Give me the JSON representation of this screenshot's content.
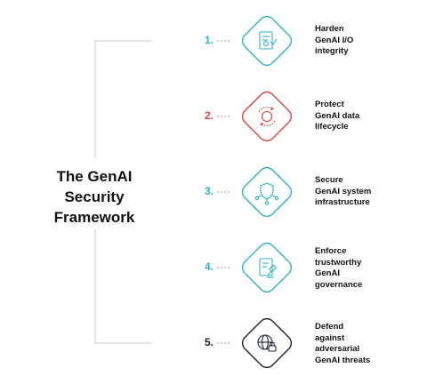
{
  "title_lines": [
    "The GenAI",
    "Security",
    "Framework"
  ],
  "steps": [
    {
      "number": "1.",
      "label_lines": [
        "Harden",
        "GenAI I/O",
        "integrity"
      ],
      "color": "#2bb3c7",
      "icon": "document-check-icon"
    },
    {
      "number": "2.",
      "label_lines": [
        "Protect",
        "GenAI data",
        "lifecycle"
      ],
      "color": "#e0453a",
      "icon": "lifecycle-cycle-icon"
    },
    {
      "number": "3.",
      "label_lines": [
        "Secure",
        "GenAI system",
        "infrastructure"
      ],
      "color": "#2bb3c7",
      "icon": "shield-network-icon"
    },
    {
      "number": "4.",
      "label_lines": [
        "Enforce",
        "trustworthy",
        "GenAI",
        "governance"
      ],
      "color": "#2bb3c7",
      "icon": "document-gavel-icon"
    },
    {
      "number": "5.",
      "label_lines": [
        "Defend",
        "against",
        "adversarial",
        "GenAI threats"
      ],
      "color": "#1c2430",
      "icon": "globe-lock-icon"
    }
  ],
  "colors": {
    "accent_teal": "#2bb3c7",
    "accent_red": "#e0453a",
    "dark_navy": "#1c2430",
    "connector_gray": "#c8c8c8"
  }
}
